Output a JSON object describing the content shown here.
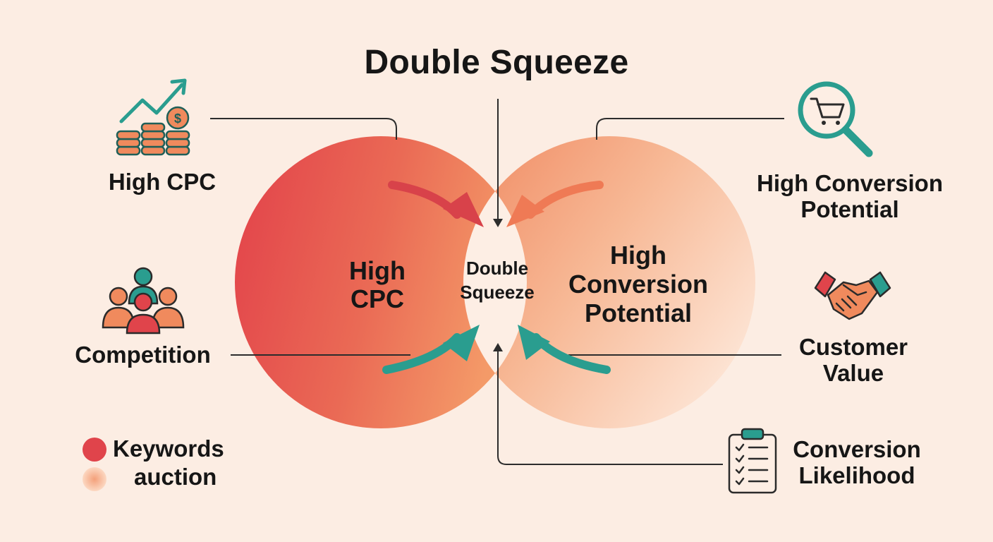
{
  "title": "Double Squeeze",
  "left_items": {
    "high_cpc": {
      "label": "High CPC",
      "icon": "coins-growth-icon"
    },
    "competition": {
      "label": "Competition",
      "icon": "people-group-icon"
    }
  },
  "right_items": {
    "conversion_potential": {
      "label_line1": "High Conversion",
      "label_line2": "Potential",
      "icon": "shopping-cart-magnifier-icon"
    },
    "customer_value": {
      "label_line1": "Customer",
      "label_line2": "Value",
      "icon": "handshake-icon"
    },
    "conversion_likelihood": {
      "label_line1": "Conversion",
      "label_line2": "Likelihood",
      "icon": "checklist-clipboard-icon"
    }
  },
  "venn": {
    "left_circle": {
      "line1": "High",
      "line2": "CPC"
    },
    "intersection": {
      "line1": "Double",
      "line2": "Squeeze"
    },
    "right_circle": {
      "line1": "High",
      "line2": "Conversion",
      "line3": "Potential"
    }
  },
  "legend": [
    {
      "line1": "Keywords",
      "line2": "auction",
      "color": "#e0444b"
    }
  ],
  "colors": {
    "background": "#fcede3",
    "red": "#e0444b",
    "orange": "#f08a5d",
    "peach": "#fbd0b6",
    "teal": "#2a9d8f",
    "line": "#2c2c2c"
  }
}
